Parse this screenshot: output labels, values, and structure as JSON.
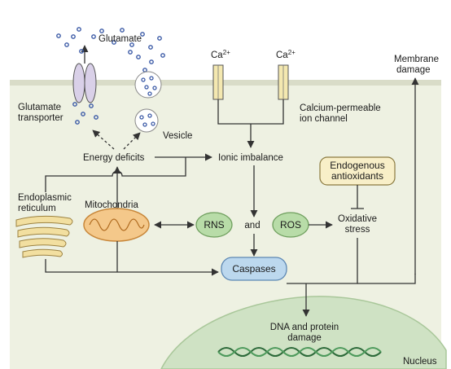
{
  "labels": {
    "glutamate": "Glutamate",
    "glutamate_transporter_1": "Glutamate",
    "glutamate_transporter_2": "transporter",
    "vesicle": "Vesicle",
    "ca_left": "Ca",
    "ca_left_sup": "2+",
    "ca_right": "Ca",
    "ca_right_sup": "2+",
    "calcium_channel_1": "Calcium-permeable",
    "calcium_channel_2": "ion channel",
    "membrane_damage_1": "Membrane",
    "membrane_damage_2": "damage",
    "energy_deficits": "Energy deficits",
    "ionic_imbalance": "Ionic imbalance",
    "endogenous_1": "Endogenous",
    "endogenous_2": "antioxidants",
    "er_1": "Endoplasmic",
    "er_2": "reticulum",
    "mitochondria": "Mitochondria",
    "rns": "RNS",
    "and": "and",
    "ros": "ROS",
    "oxidative_1": "Oxidative",
    "oxidative_2": "stress",
    "caspases": "Caspases",
    "dna_1": "DNA and protein",
    "dna_2": "damage",
    "nucleus": "Nucleus"
  },
  "colors": {
    "cytoplasm": "#eef1e2",
    "membrane": "#d9dcc8",
    "nucleus": "#cfe2c4",
    "nucleus_edge": "#a9c79a",
    "transporter": "#d9d0e8",
    "channel": "#f4e8b0",
    "vesicle_dots": "#3b5aa6",
    "mito_fill": "#f4c88a",
    "mito_edge": "#c8873a",
    "er_fill": "#f2dfa0",
    "green_node": "#b8dca8",
    "green_edge": "#6f9f5e",
    "caspase_fill": "#bcd8ee",
    "caspase_edge": "#5c87b3",
    "antioxidant_fill": "#f8efc8",
    "antioxidant_edge": "#8a7a40",
    "dna_strand": "#2d6a3a"
  }
}
